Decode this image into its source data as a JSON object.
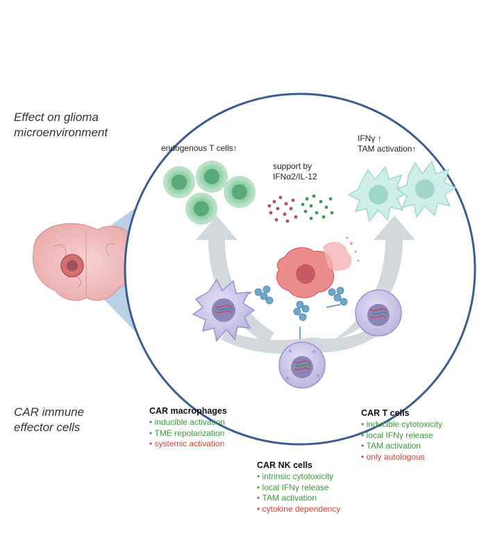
{
  "section_labels": {
    "top": [
      "Effect on glioma",
      "microenvironment"
    ],
    "bottom": [
      "CAR immune",
      "effector cells"
    ]
  },
  "effects": {
    "t_cells": "endogenous T cells↑",
    "support": [
      "support by",
      "IFNα2/IL-12"
    ],
    "tam": [
      "IFNγ ↑",
      "TAM activation↑"
    ]
  },
  "panels": [
    {
      "title": "CAR macrophages",
      "items": [
        {
          "text": "inducible activation",
          "type": "pro"
        },
        {
          "text": "TME repolarization",
          "type": "pro"
        },
        {
          "text": "systemic activation",
          "type": "con"
        }
      ]
    },
    {
      "title": "CAR NK cells",
      "items": [
        {
          "text": "intrinsic cytotoxicity",
          "type": "pro"
        },
        {
          "text": "local IFNγ release",
          "type": "pro"
        },
        {
          "text": "TAM activation",
          "type": "pro"
        },
        {
          "text": "cytokine dependency",
          "type": "con"
        }
      ]
    },
    {
      "title": "CAR T cells",
      "items": [
        {
          "text": "inducible cytotoxicity",
          "type": "pro"
        },
        {
          "text": "local IFNγ release",
          "type": "pro"
        },
        {
          "text": "TAM activation",
          "type": "pro"
        },
        {
          "text": "only autologous",
          "type": "con"
        }
      ]
    }
  ],
  "colors": {
    "circle_border": "#3b5b93",
    "zoom_cone": "#aec8e0",
    "pro": "#3a9a3a",
    "con": "#d8403a",
    "t_cell_fill": "#7fc79a",
    "tam_fill": "#a9dcd4",
    "tumor": "#e77f7f",
    "car_cell": "#c9c3e6",
    "arrow": "#d3d8dc"
  }
}
